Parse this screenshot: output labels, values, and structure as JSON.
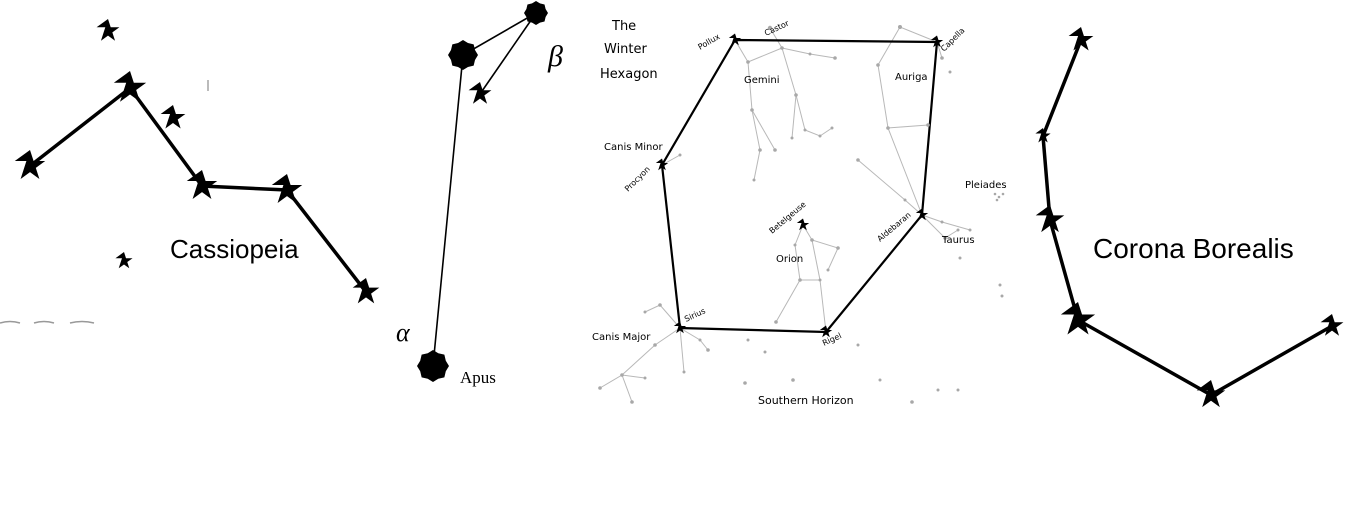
{
  "panels": {
    "cassiopeia": {
      "name": "Cassiopeia"
    },
    "apus": {
      "name": "Apus",
      "alpha_label": "α",
      "beta_label": "β"
    },
    "winter_hexagon": {
      "title_line1": "The",
      "title_line2": "Winter",
      "title_line3": "Hexagon",
      "stars": {
        "pollux": "Pollux",
        "castor": "Castor",
        "capella": "Capella",
        "procyon": "Procyon",
        "betelgeuse": "Betelgeuse",
        "aldebaran": "Aldebaran",
        "sirius": "Sirius",
        "rigel": "Rigel"
      },
      "constellations": {
        "gemini": "Gemini",
        "auriga": "Auriga",
        "canis_minor": "Canis Minor",
        "pleiades": "Pleiades",
        "taurus": "Taurus",
        "orion": "Orion",
        "canis_major": "Canis Major"
      },
      "horizon": "Southern Horizon"
    },
    "corona_borealis": {
      "name": "Corona Borealis"
    }
  }
}
